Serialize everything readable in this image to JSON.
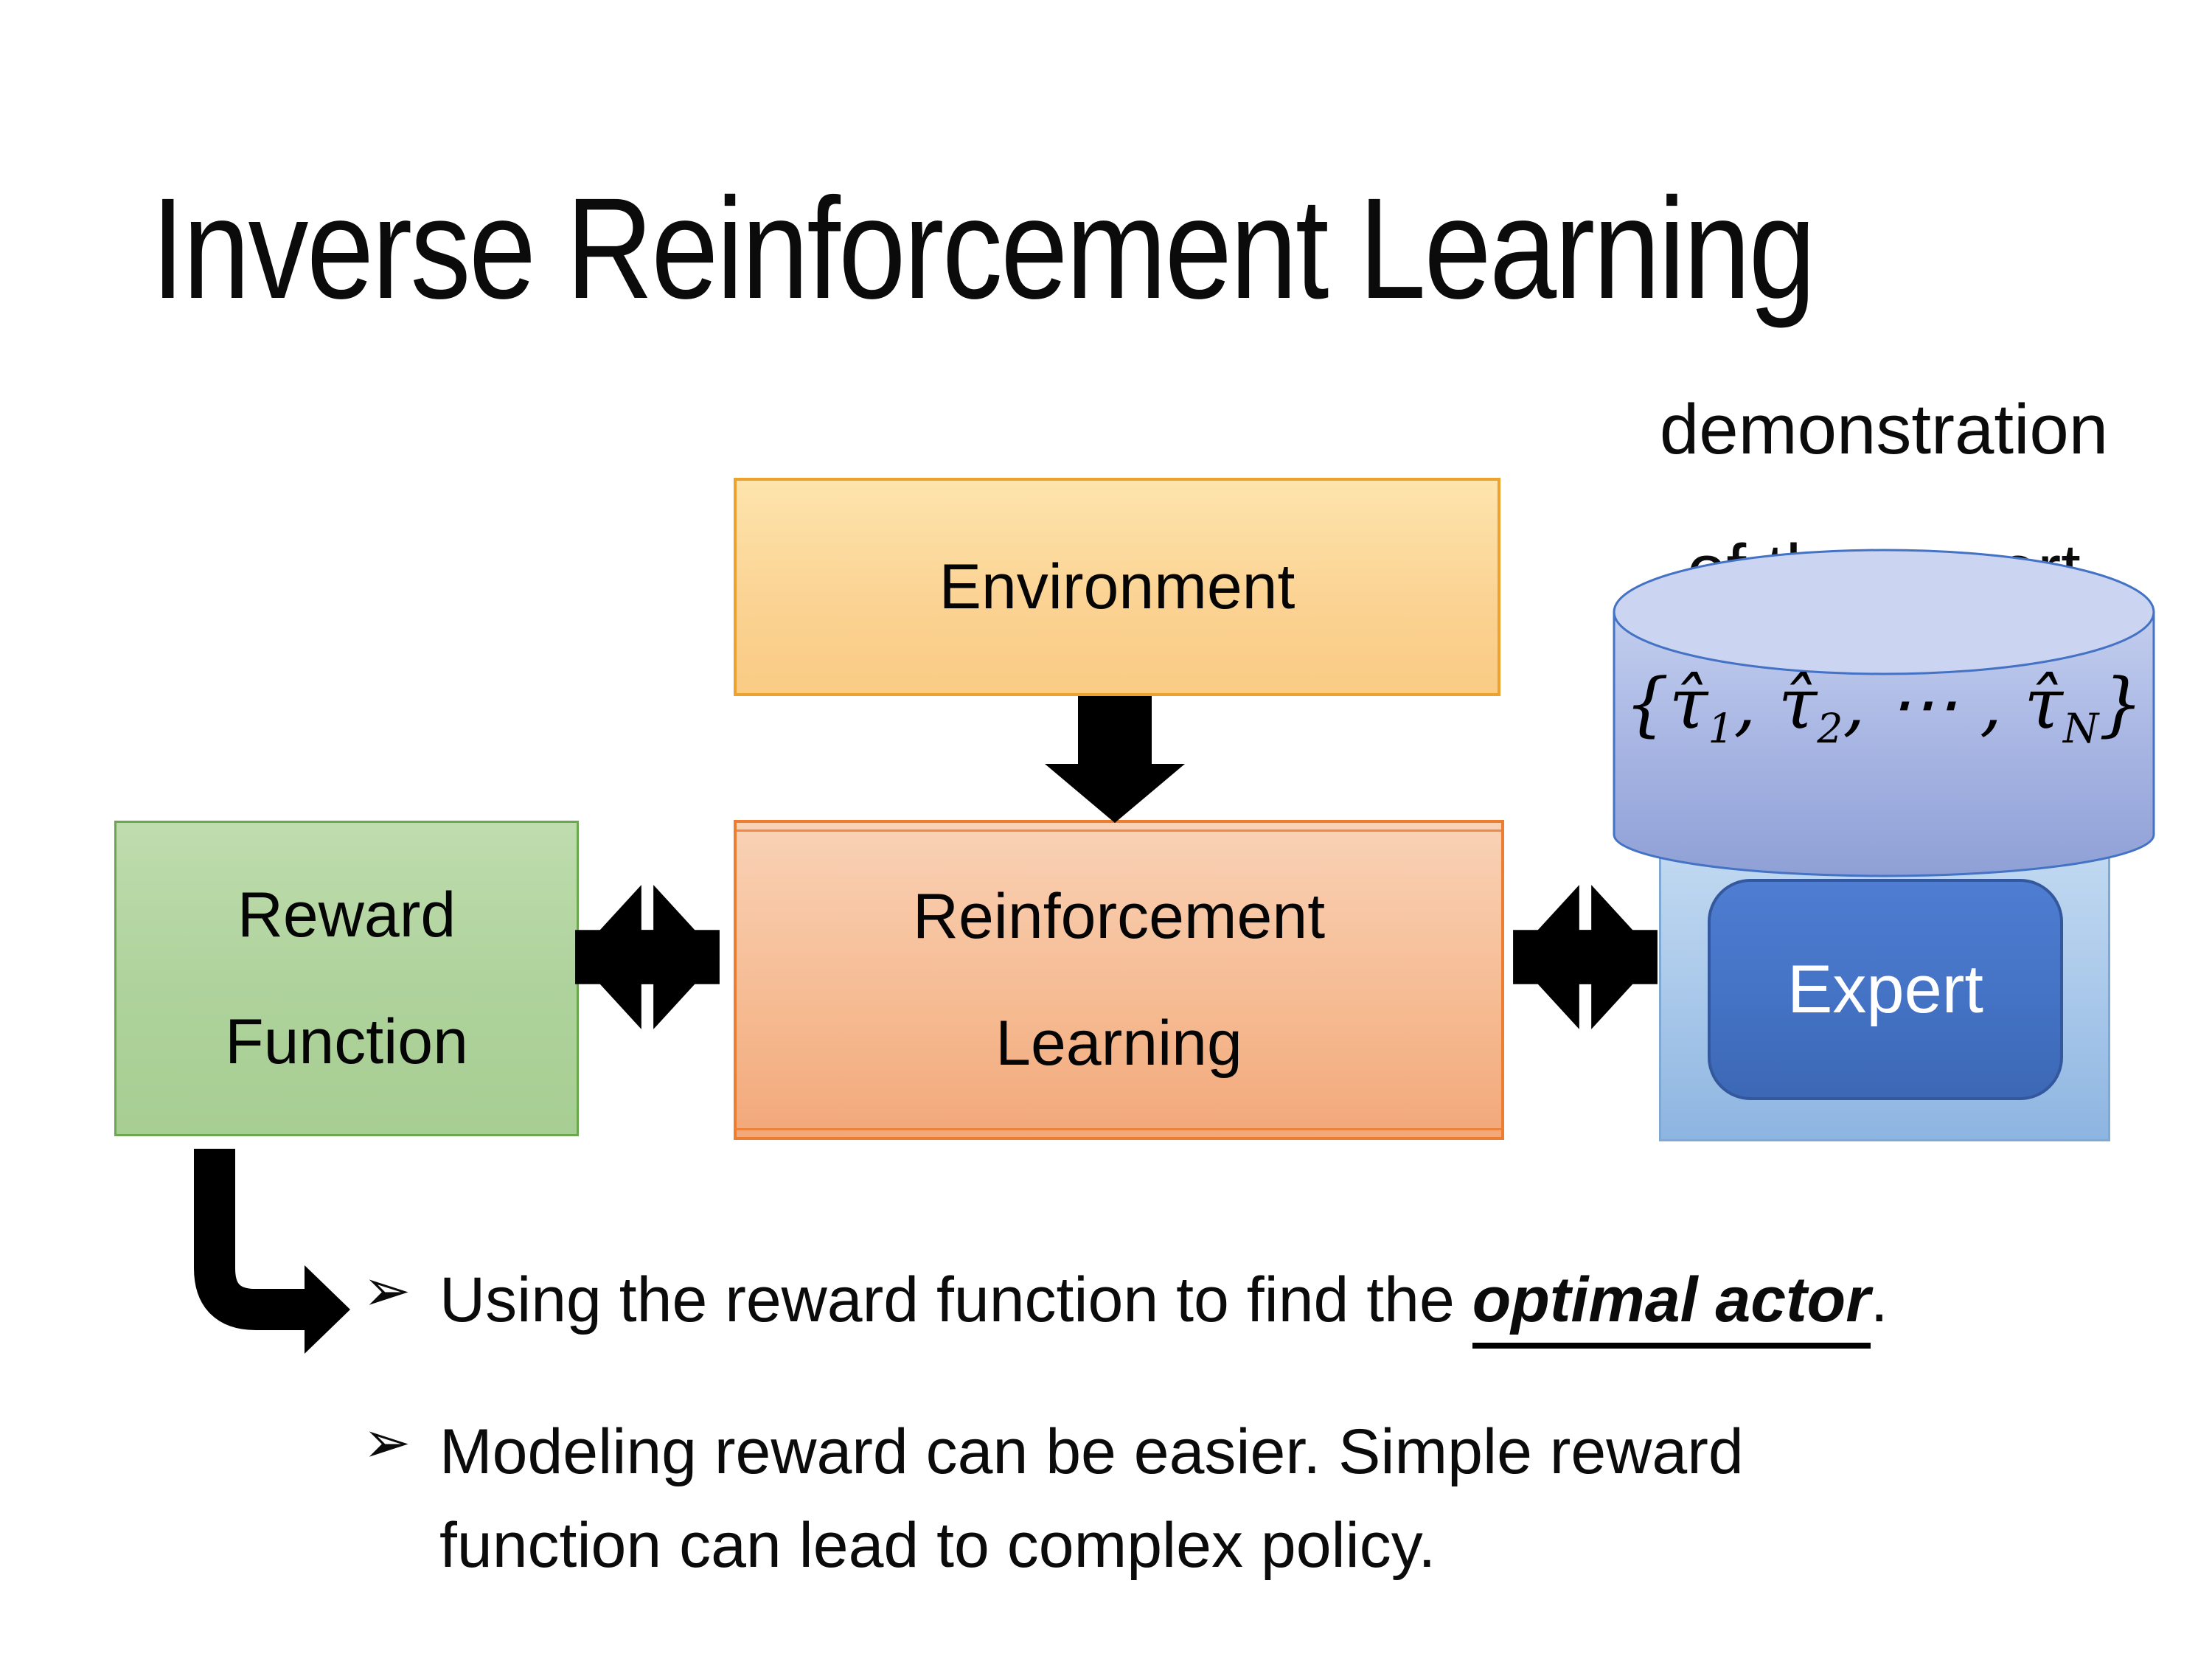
{
  "slide_title": "Inverse Reinforcement Learning",
  "diagram": {
    "environment_label": "Environment",
    "reward_function_label_line1": "Reward",
    "reward_function_label_line2": "Function",
    "rl_label_line1": "Reinforcement",
    "rl_label_line2": "Learning",
    "expert_label": "Expert",
    "demonstration_caption_line1": "demonstration",
    "demonstration_caption_line2": "of the expert",
    "trajectory_formula": {
      "f0": "{τ̂",
      "f1": "1",
      "f2": ", τ̂",
      "f3": "2",
      "f4": ", ⋯ , τ̂",
      "f5": "N",
      "f6": "}"
    },
    "colors": {
      "environment_fill_top": "#FDE4AC",
      "environment_fill_bottom": "#FACC84",
      "environment_border": "#ECA22D",
      "reward_fill_top": "#BFDCAE",
      "reward_fill_bottom": "#A7CE93",
      "reward_border": "#6CA74F",
      "rl_fill_top": "#F9D2B6",
      "rl_fill_bottom": "#F2A87A",
      "rl_border": "#ED7D31",
      "cylinder_fill_top": "#C3CEEE",
      "cylinder_fill_bottom": "#8FA0D6",
      "cylinder_top_ellipse": "#CBD5F1",
      "cylinder_border": "#4472C4",
      "expert_panel_fill_top": "#C6DCF2",
      "expert_panel_fill_bottom": "#8DB5E1",
      "expert_panel_border": "#7FA9D2",
      "expert_box_fill": "#4472C4",
      "expert_box_border": "#34589E",
      "arrow_color": "#000000"
    }
  },
  "bullets": {
    "marker": "➢",
    "item1_pre": "Using the reward function to find the ",
    "item1_emphasis": "optimal actor",
    "item1_post": ".",
    "item2_line1": "Modeling reward can be easier. Simple reward",
    "item2_line2": "function can lead to complex policy."
  }
}
